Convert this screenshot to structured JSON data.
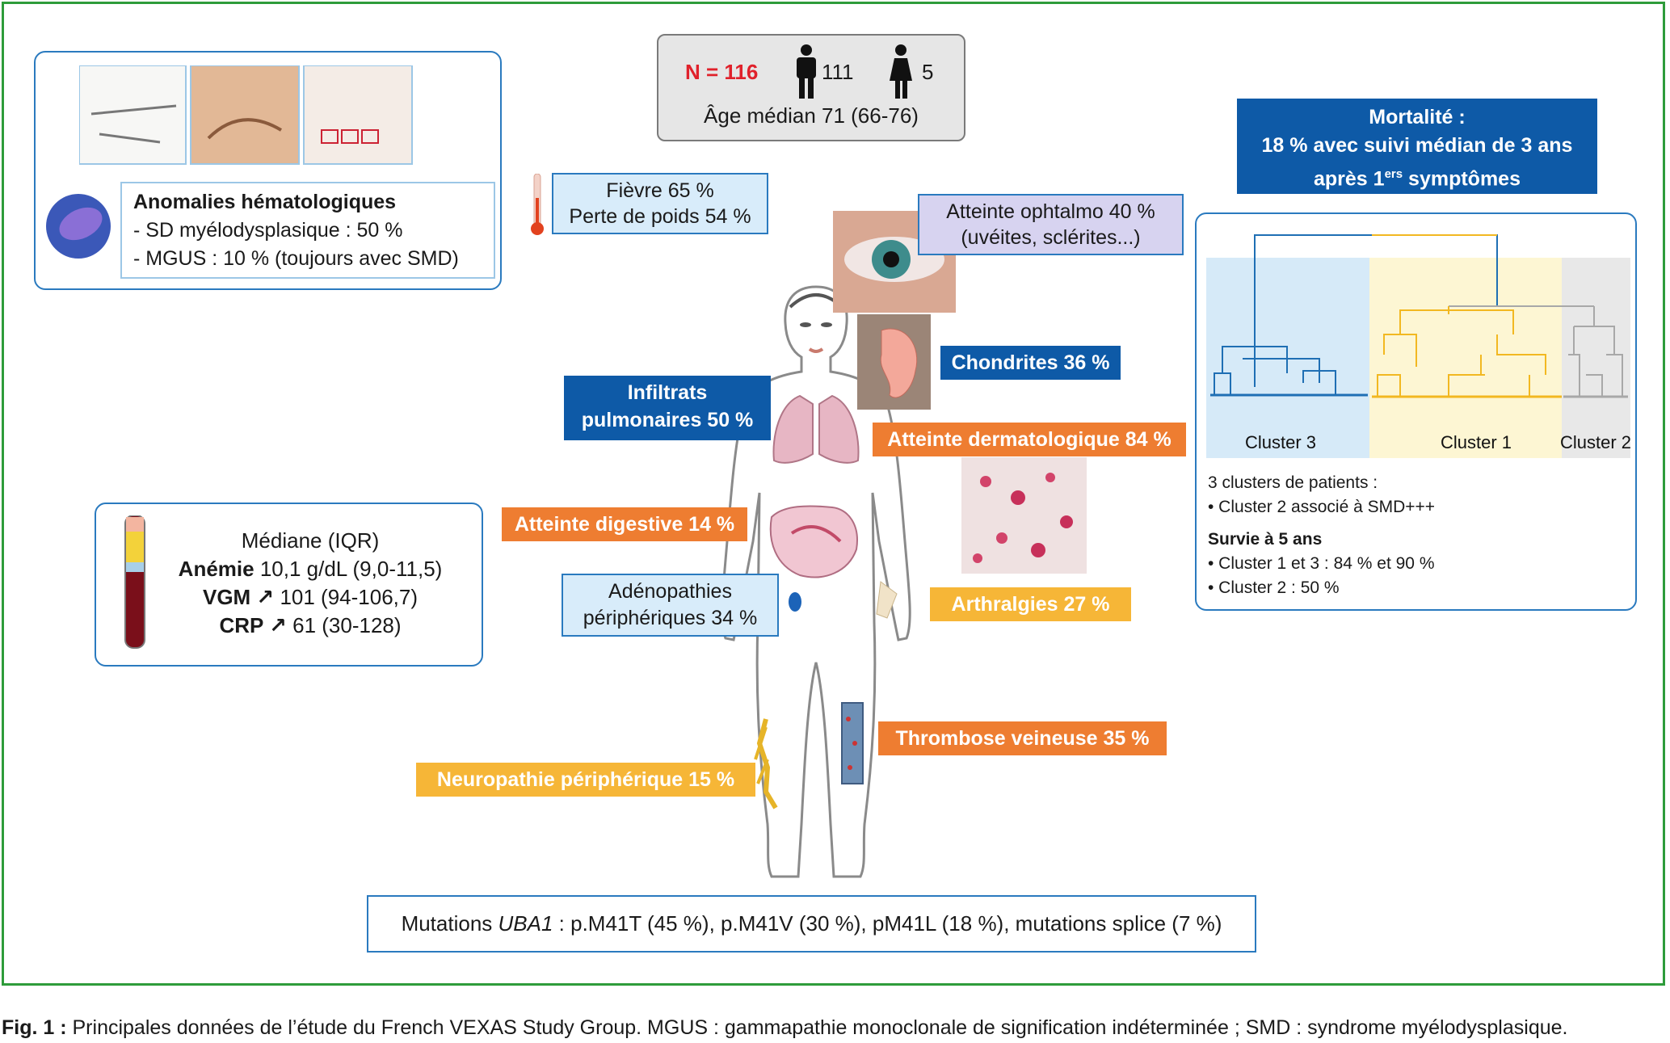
{
  "haematology": {
    "title": "Anomalies hématologiques",
    "line1": "- SD myélodysplasique : 50 %",
    "line2": "- MGUS : 10 % (toujours avec SMD)"
  },
  "cohort": {
    "n_label": "N = 116",
    "men": "111",
    "women": "5",
    "age": "Âge médian 71 (66-76)"
  },
  "mortality": {
    "line1": "Mortalité :",
    "line2": "18 % avec suivi médian de 3 ans",
    "line3_pre": "après 1",
    "line3_sup": "ers",
    "line3_post": " symptômes"
  },
  "labels": {
    "fever": "Fièvre 65 %",
    "weight": "Perte de poids 54 %",
    "ophthalmo1": "Atteinte ophtalmo 40 %",
    "ophthalmo2": "(uvéites, sclérites...)",
    "chondritis": "Chondrites 36 %",
    "pulm1": "Infiltrats",
    "pulm2": "pulmonaires 50 %",
    "dermato": "Atteinte dermatologique 84 %",
    "digestive": "Atteinte digestive 14 %",
    "adeno1": "Adénopathies",
    "adeno2": "périphériques 34 %",
    "arthralgia": "Arthralgies 27 %",
    "thrombosis": "Thrombose veineuse 35 %",
    "neuropathy": "Neuropathie périphérique 15 %"
  },
  "biology": {
    "header": "Médiane (IQR)",
    "anemia_label": "Anémie",
    "anemia_value": "10,1 g/dL (9,0-11,5)",
    "vgm_label": "VGM ↗",
    "vgm_value": "101 (94-106,7)",
    "crp_label": "CRP ↗",
    "crp_value": "61 (30-128)"
  },
  "clusters": {
    "names": [
      "Cluster 3",
      "Cluster 1",
      "Cluster 2"
    ],
    "colors": {
      "cluster3": "#1f6fb4",
      "cluster1": "#f2b821",
      "cluster2": "#a8a8a8"
    },
    "backgrounds": {
      "cluster3": "#d6eaf8",
      "cluster1": "#fdf6d3",
      "cluster2": "#e8e8e8"
    },
    "summary1": "3 clusters de patients :",
    "summary2": "• Cluster 2 associé à SMD+++",
    "survival_title": "Survie à 5 ans",
    "survival1": "• Cluster 1 et 3 : 84 % et 90 %",
    "survival2": "• Cluster 2 : 50 %"
  },
  "mutations": {
    "pre": "Mutations ",
    "gene": "UBA1",
    "post": " : p.M41T (45 %), p.M41V (30 %), pM41L (18 %), mutations splice (7 %)"
  },
  "caption": {
    "label": "Fig. 1 :",
    "text": " Principales données de l’étude du French VEXAS Study Group. MGUS : gammapathie monoclonale de signification indéterminée ; SMD : syndrome myélodysplasique."
  }
}
